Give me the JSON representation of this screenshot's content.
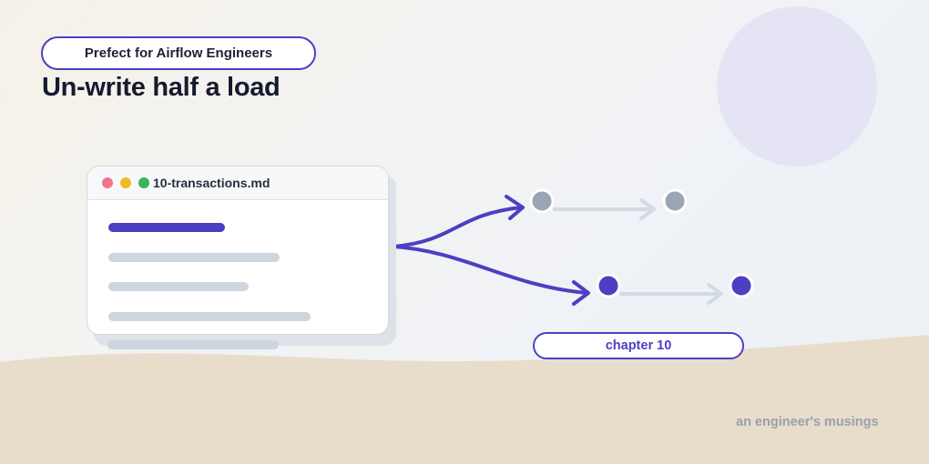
{
  "header": {
    "series_label": "Prefect for Airflow Engineers",
    "headline": "Un-write half a load"
  },
  "editor": {
    "filename": "10-transactions.md",
    "window_controls": [
      "close",
      "minimize",
      "maximize"
    ]
  },
  "diagram": {
    "chapter_label": "chapter 10"
  },
  "footer": {
    "signature": "an engineer's musings"
  },
  "colors": {
    "accent": "#4b3fc2",
    "muted_node": "#9aa6b5",
    "text_line": "#cdd5de",
    "sand": "#e8dccb",
    "sun": "#e4e4f4"
  }
}
